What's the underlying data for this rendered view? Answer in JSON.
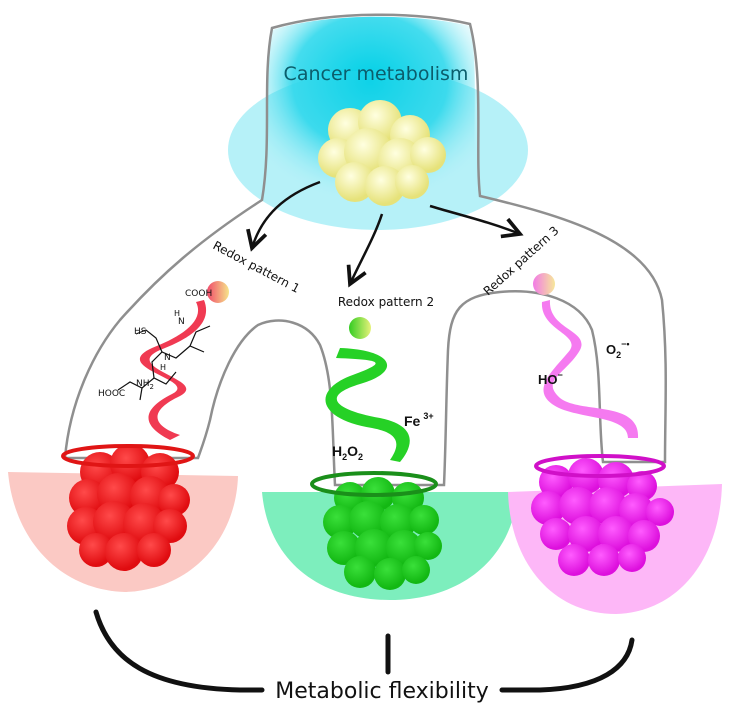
{
  "title": "Cancer metabolism",
  "patterns": [
    {
      "label": "Redox pattern 1",
      "color": "#ff1a1a",
      "bowl_color": "#fbc9c4",
      "ribbon_color": "#f03a52"
    },
    {
      "label": "Redox pattern 2",
      "color": "#1fcc1f",
      "bowl_color": "#7deebd",
      "ribbon_color": "#26d126"
    },
    {
      "label": "Redox pattern 3",
      "color": "#f020f0",
      "bowl_color": "#fdb7f7",
      "ribbon_color": "#f57af0"
    }
  ],
  "molecule": {
    "cooh": "COOH",
    "hooc": "HOOC",
    "sh": "HS",
    "nh2": "NH",
    "nh2_sub": "2",
    "n1": "N",
    "n2": "N",
    "h1": "H",
    "h2": "H"
  },
  "species": {
    "fe": "Fe",
    "fe_sup": "3+",
    "h2o2_h": "H",
    "h2o2_sub1": "2",
    "h2o2_o": "O",
    "h2o2_sub2": "2",
    "ho": "HO",
    "ho_sup": "−",
    "o2": "O",
    "o2_sub": "2",
    "o2_sup": "−•"
  },
  "footer": "Metabolic flexibility",
  "colors": {
    "cyan": "#19d3e6",
    "yellow_cluster": "#f2f0a0",
    "outline": "#8a8a8a"
  }
}
